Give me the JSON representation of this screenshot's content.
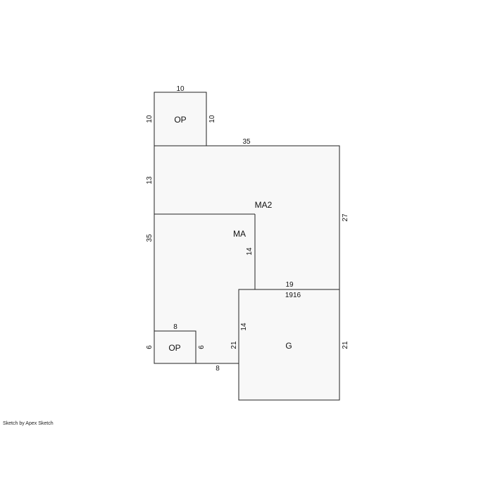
{
  "credit": "Sketch by Apex Sketch",
  "areas": {
    "op_top": "OP",
    "ma2": "MA2",
    "ma": "MA",
    "op_bottom": "OP",
    "garage": "G"
  },
  "dimensions": {
    "op_top_top": "10",
    "op_top_left": "10",
    "op_top_right": "10",
    "main_top": "35",
    "ma2_left": "13",
    "right_side": "27",
    "ma_left": "35",
    "ma_inner_vertical": "14",
    "step_top": "19",
    "garage_top_label": "1916",
    "garage_left_upper": "14",
    "garage_left_lower": "21",
    "garage_right": "21",
    "op_bottom_top": "8",
    "op_bottom_left": "6",
    "op_bottom_right": "6",
    "bottom_between": "8"
  }
}
